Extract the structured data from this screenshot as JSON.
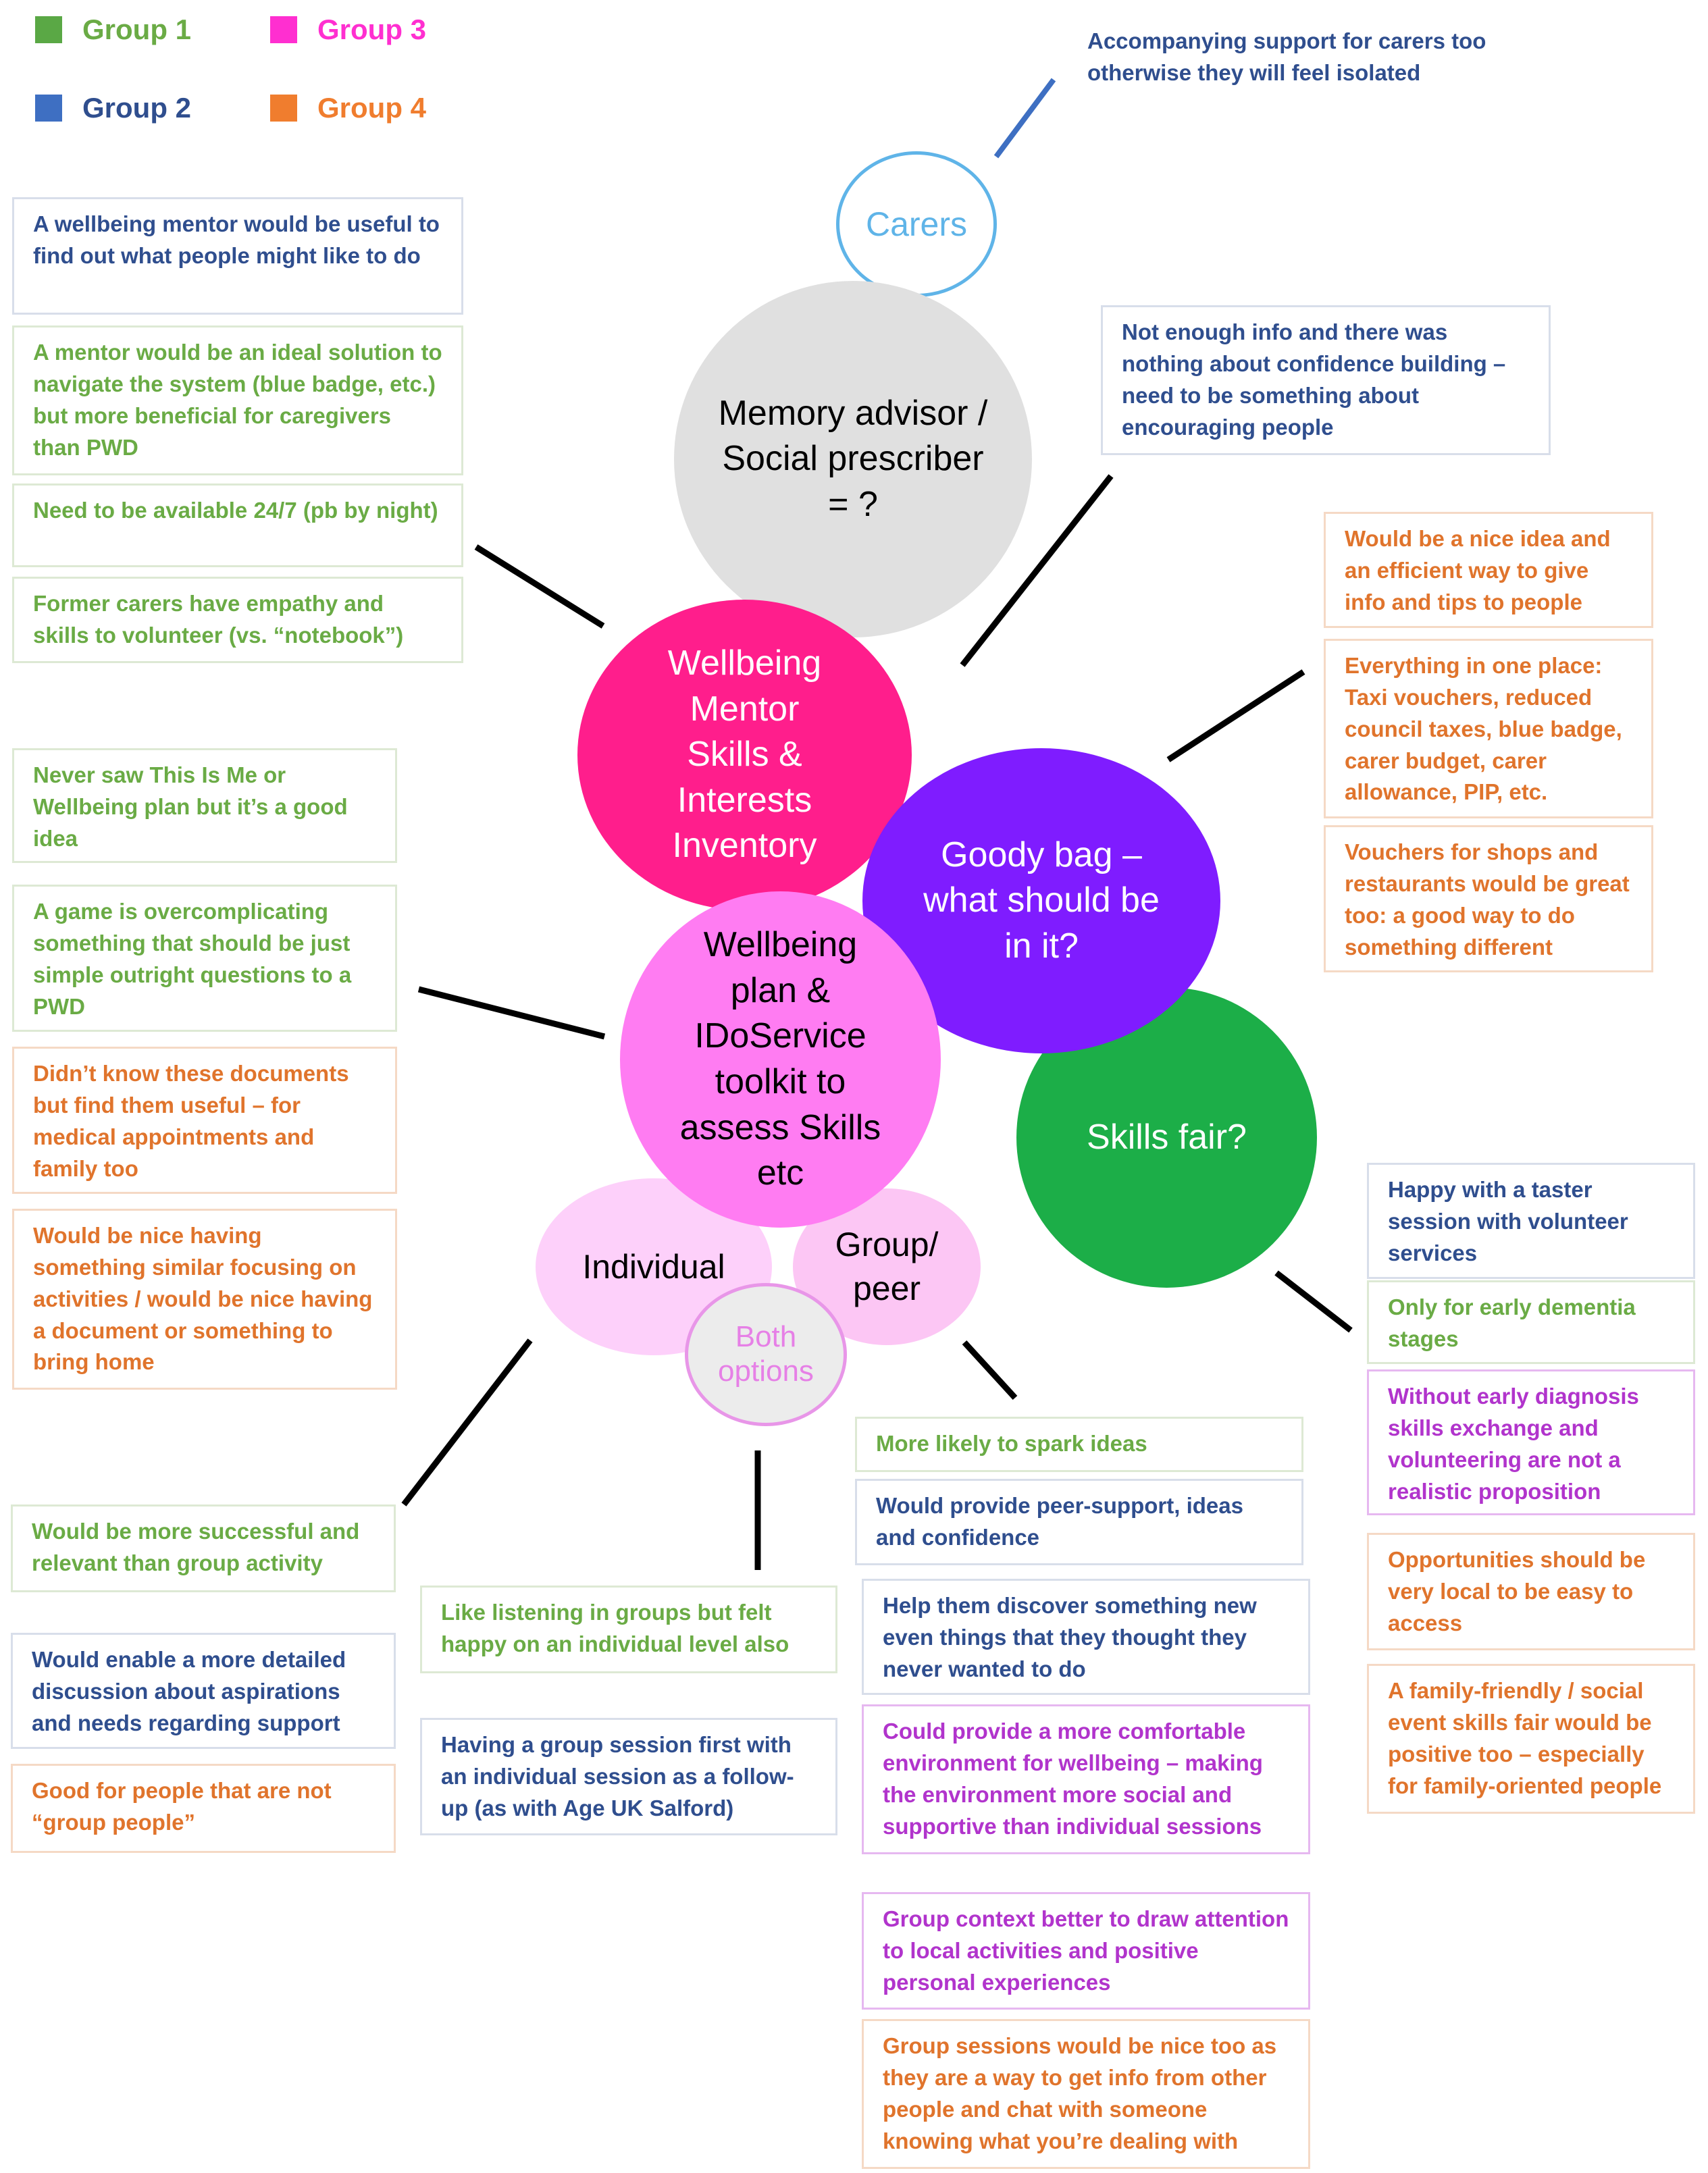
{
  "legend": [
    {
      "label": "Group 1",
      "color": "#5aa845"
    },
    {
      "label": "Group 2",
      "color": "#3e6fc2"
    },
    {
      "label": "Group 3",
      "color": "#ff2fd0"
    },
    {
      "label": "Group 4",
      "color": "#f07d2e"
    }
  ],
  "carers_note": "Accompanying support for carers too otherwise they will feel isolated",
  "circles": {
    "carers": "Carers",
    "memory": "Memory advisor / Social prescriber = ?",
    "mentor": "Wellbeing Mentor Skills & Interests Inventory",
    "goody": "Goody bag – what should be in it?",
    "plan": "Wellbeing plan & IDoService toolkit to assess Skills etc",
    "skills": "Skills fair?",
    "individual": "Individual",
    "group": "Group/ peer",
    "both": "Both options"
  },
  "notes_left_top": [
    "A wellbeing mentor would be useful to find out what people might like to do",
    "A mentor would be an ideal solution to navigate the system (blue badge, etc.) but more beneficial for caregivers than PWD",
    "Need to be available 24/7 (pb by night)",
    "Former carers have empathy and skills to volunteer (vs. “notebook”)"
  ],
  "notes_left_mid": [
    "Never saw This Is Me or Wellbeing plan but it’s a good idea",
    "A game is overcomplicating something that should be just simple outright questions to a PWD",
    "Didn’t know these documents but find them useful – for medical appointments and family too",
    "Would be nice having something similar focusing on activities / would be nice having a document or something to bring home"
  ],
  "notes_left_bottom": [
    "Would be more successful and relevant than group activity",
    "Would enable a more detailed discussion about aspirations and needs regarding support",
    "Good for people that are not “group people”"
  ],
  "notes_both": [
    "Like listening in groups but felt happy on an individual level also",
    "Having a group session first with an individual session as a follow-up (as with Age UK Salford)"
  ],
  "notes_group": [
    "More likely to spark ideas",
    "Would provide peer-support, ideas and confidence",
    "Help them discover something new even things that they thought they never wanted to do",
    "Could provide a more comfortable environment for wellbeing – making the environment more social and supportive than individual sessions",
    "Group context better to draw attention to local activities and positive personal experiences",
    "Group sessions would be nice too as they are a way to get info from other people and chat with someone knowing what you’re dealing with"
  ],
  "note_memory": "Not enough info and there was nothing about confidence building – need to be something about encouraging people",
  "notes_goody": [
    "Would be a nice idea and an efficient way to give info and tips to people",
    "Everything in one place: Taxi vouchers, reduced council taxes, blue badge, carer budget, carer allowance, PIP, etc.",
    "Vouchers for shops and restaurants would be great too: a good way to do something different"
  ],
  "notes_skills": [
    "Happy with a taster session with volunteer services",
    "Only for early dementia stages",
    "Without early diagnosis skills exchange and volunteering are not a realistic proposition",
    "Opportunities should be very local to be easy to access",
    "A family-friendly / social event skills fair would be positive too – especially for family-oriented people"
  ]
}
